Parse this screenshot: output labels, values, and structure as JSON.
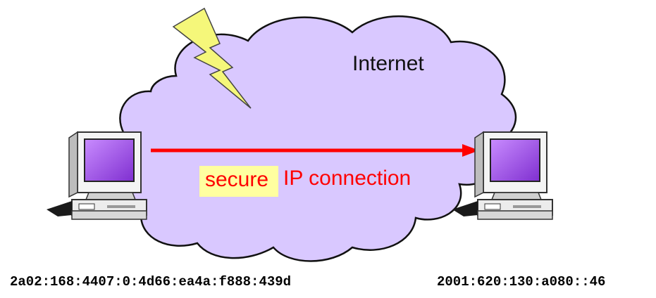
{
  "cloud": {
    "label": "Internet",
    "fill": "#d9c8ff"
  },
  "connection": {
    "secure_label": "secure",
    "label": "IP connection",
    "color": "#ff0000",
    "highlight": "#ffffa0"
  },
  "hosts": {
    "left": {
      "address": "2a02:168:4407:0:4d66:ea4a:f888:439d",
      "icon": "computer-icon"
    },
    "right": {
      "address": "2001:620:130:a080::46",
      "icon": "computer-icon"
    }
  },
  "decoration": {
    "lightning_icon": "lightning-bolt-icon",
    "lightning_color": "#f5f77a"
  }
}
